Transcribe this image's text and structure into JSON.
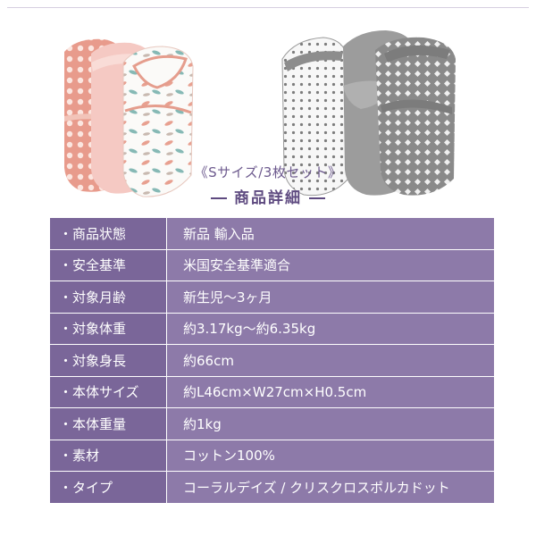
{
  "product": {
    "caption": "《Sサイズ/3枚セット》",
    "heading": "商品詳細"
  },
  "colors": {
    "label_bg": "#7a6699",
    "value_bg": "#8d7aa9",
    "heading": "#5e4a80",
    "coral": "#e89b8c",
    "gray": "#8c8c8c"
  },
  "details": [
    {
      "label": "・商品状態",
      "value": "新品 輸入品"
    },
    {
      "label": "・安全基準",
      "value": "米国安全基準適合"
    },
    {
      "label": "・対象月齢",
      "value": "新生児〜3ヶ月"
    },
    {
      "label": "・対象体重",
      "value": "約3.17kg〜約6.35kg"
    },
    {
      "label": "・対象身長",
      "value": "約66cm"
    },
    {
      "label": "・本体サイズ",
      "value": "約L46cm×W27cm×H0.5cm"
    },
    {
      "label": "・本体重量",
      "value": "約1kg"
    },
    {
      "label": "・素材",
      "value": "コットン100%"
    },
    {
      "label": "・タイプ",
      "value": "コーラルデイズ / クリスクロスポルカドット"
    }
  ]
}
